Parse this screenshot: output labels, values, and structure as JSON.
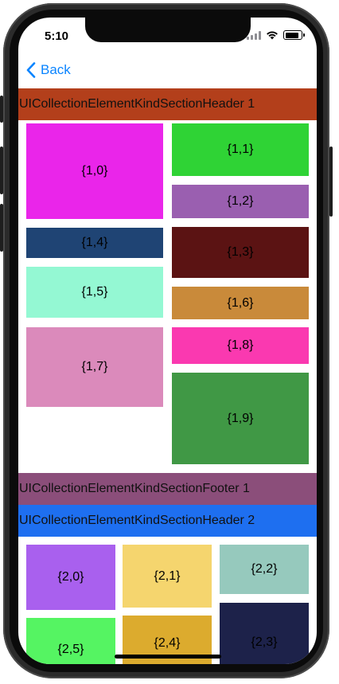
{
  "status_bar": {
    "time": "5:10"
  },
  "nav": {
    "back_label": "Back"
  },
  "section1": {
    "header": "UICollectionElementKindSectionHeader 1",
    "header_color": "#b33f1b",
    "footer": "UICollectionElementKindSectionFooter 1",
    "footer_color": "#8b4e7a",
    "cells": [
      {
        "label": "{1,0}",
        "color": "#ea25ea"
      },
      {
        "label": "{1,1}",
        "color": "#2fd335"
      },
      {
        "label": "{1,2}",
        "color": "#9a5fb0"
      },
      {
        "label": "{1,4}",
        "color": "#1f4474"
      },
      {
        "label": "{1,3}",
        "color": "#5b1313"
      },
      {
        "label": "{1,5}",
        "color": "#94f8d3"
      },
      {
        "label": "{1,6}",
        "color": "#c98a3a"
      },
      {
        "label": "{1,7}",
        "color": "#db8abb"
      },
      {
        "label": "{1,8}",
        "color": "#fa39b0"
      },
      {
        "label": "{1,9}",
        "color": "#409845"
      }
    ]
  },
  "section2": {
    "header": "UICollectionElementKindSectionHeader 2",
    "header_color": "#1e6ff0",
    "cells": [
      {
        "label": "{2,0}",
        "color": "#a960ee"
      },
      {
        "label": "{2,1}",
        "color": "#f5d56e"
      },
      {
        "label": "{2,2}",
        "color": "#96c9bd"
      },
      {
        "label": "{2,3}",
        "color": "#1d224a"
      },
      {
        "label": "{2,4}",
        "color": "#dcab2e"
      },
      {
        "label": "{2,5}",
        "color": "#55f462"
      }
    ]
  }
}
